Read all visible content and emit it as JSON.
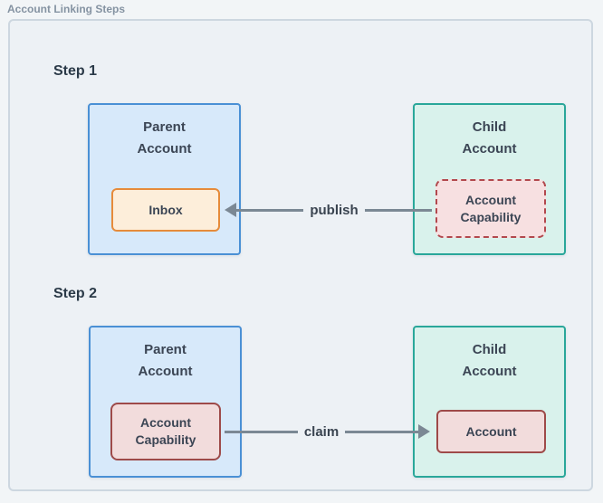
{
  "diagram_title": "Account Linking Steps",
  "colors": {
    "parent_fill": "#d7e9fa",
    "parent_border": "#4a90d5",
    "child_fill": "#d9f2ec",
    "child_border": "#2aa79a",
    "inbox_fill": "#fdeeda",
    "inbox_border": "#e68b3a",
    "capability_dashed_fill": "#f7e0e1",
    "capability_dashed_border": "#b2484d",
    "capability_solid_fill": "#f2dcdc",
    "capability_solid_border": "#9e4a49",
    "arrow": "#7b8894"
  },
  "step1": {
    "label": "Step 1",
    "parent_account_title": "Parent\nAccount",
    "inbox_label": "Inbox",
    "child_account_title": "Child\nAccount",
    "capability_label": "Account\nCapability",
    "arrow_label": "publish",
    "arrow_direction": "right-to-left"
  },
  "step2": {
    "label": "Step 2",
    "parent_account_title": "Parent\nAccount",
    "capability_label": "Account\nCapability",
    "child_account_title": "Child\nAccount",
    "account_label": "Account",
    "arrow_label": "claim",
    "arrow_direction": "left-to-right"
  }
}
